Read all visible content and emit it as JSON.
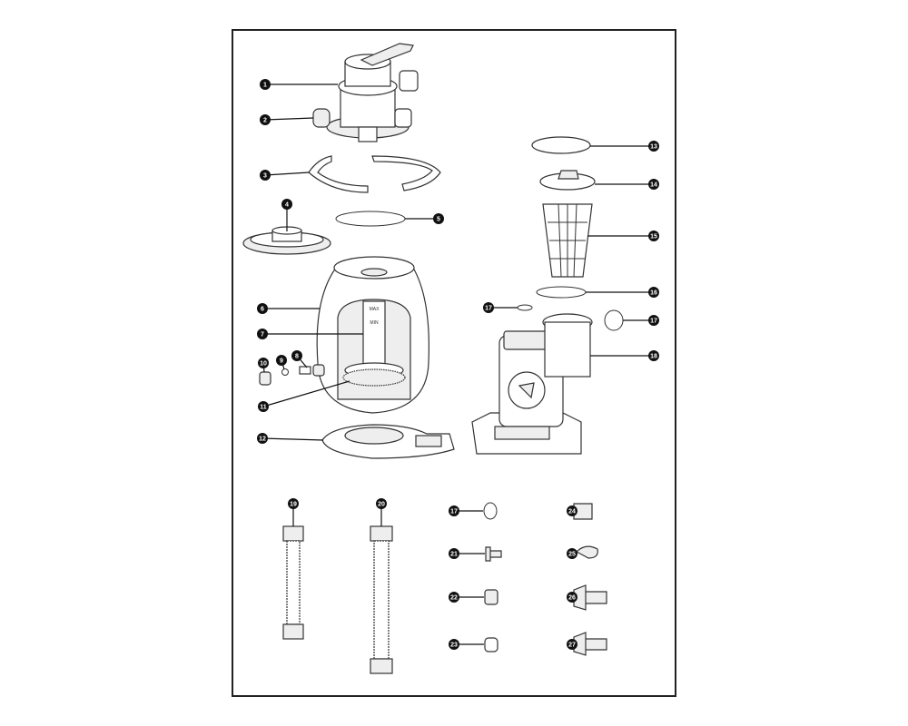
{
  "diagram": {
    "type": "exploded-parts-diagram",
    "tank_level_marks": {
      "max": "MAX",
      "min": "MIN"
    },
    "callouts": [
      "1",
      "2",
      "3",
      "4",
      "5",
      "6",
      "7",
      "8",
      "9",
      "10",
      "11",
      "12",
      "13",
      "14",
      "15",
      "16",
      "17",
      "17",
      "18",
      "19",
      "20",
      "17",
      "21",
      "22",
      "23",
      "24",
      "25",
      "26",
      "27"
    ]
  }
}
